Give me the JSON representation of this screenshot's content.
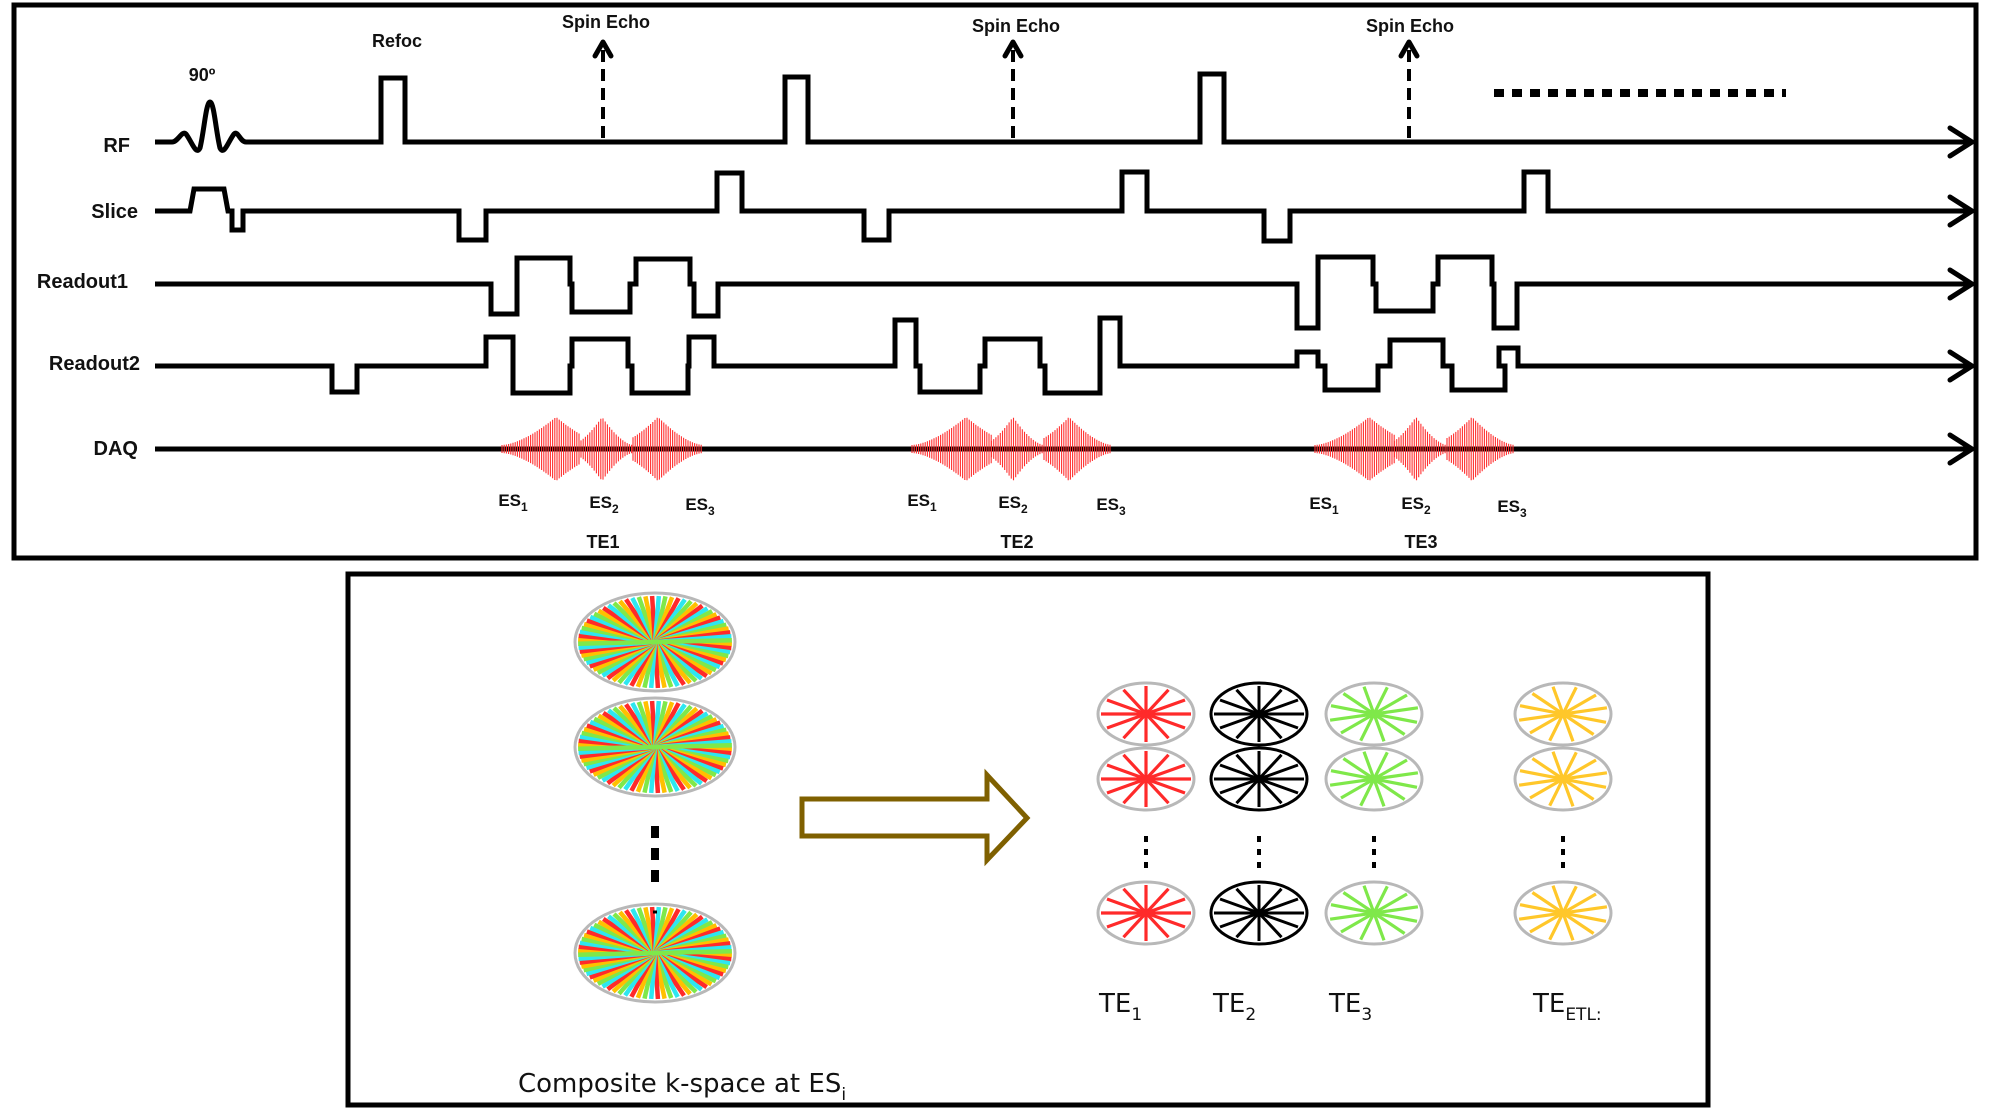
{
  "top_panel": {
    "channels": [
      {
        "id": "rf",
        "label": "RF"
      },
      {
        "id": "slice",
        "label": "Slice"
      },
      {
        "id": "readout1",
        "label": "Readout1"
      },
      {
        "id": "readout2",
        "label": "Readout2"
      },
      {
        "id": "daq",
        "label": "DAQ"
      }
    ],
    "excitation_label": "90º",
    "refocusing_label": "Refoc",
    "spin_echo_label": "Spin Echo",
    "echo_trains": [
      {
        "te_label": "TE1",
        "echo_samples": [
          {
            "base": "ES",
            "sub": "1"
          },
          {
            "base": "ES",
            "sub": "2"
          },
          {
            "base": "ES",
            "sub": "3"
          }
        ]
      },
      {
        "te_label": "TE2",
        "echo_samples": [
          {
            "base": "ES",
            "sub": "1"
          },
          {
            "base": "ES",
            "sub": "2"
          },
          {
            "base": "ES",
            "sub": "3"
          }
        ]
      },
      {
        "te_label": "TE3",
        "echo_samples": [
          {
            "base": "ES",
            "sub": "1"
          },
          {
            "base": "ES",
            "sub": "2"
          },
          {
            "base": "ES",
            "sub": "3"
          }
        ]
      }
    ],
    "continuation": "ellipsis-dotted-line"
  },
  "bottom_panel": {
    "composite_caption": {
      "base": "Composite k-space at ES",
      "sub": "i"
    },
    "composite_spoke_colors": [
      "#ff2a2a",
      "#ffc000",
      "#7fe84a",
      "#2ee6f0"
    ],
    "arrow_color": "#7f6000",
    "groups": [
      {
        "label_base": "TE",
        "label_sub": "1",
        "spoke_color": "#ff2a2a",
        "rotated": false
      },
      {
        "label_base": "TE",
        "label_sub": "2",
        "spoke_color": "#000000",
        "rotated": false
      },
      {
        "label_base": "TE",
        "label_sub": "3",
        "spoke_color": "#7fe84a",
        "rotated": true
      },
      {
        "label_base": "TE",
        "label_sub": "ETL:",
        "spoke_color": "#ffc72a",
        "rotated": true
      }
    ]
  },
  "colors": {
    "daq_signal": "#ff3030",
    "ring": "#b8b8b8",
    "stroke": "#000000"
  }
}
